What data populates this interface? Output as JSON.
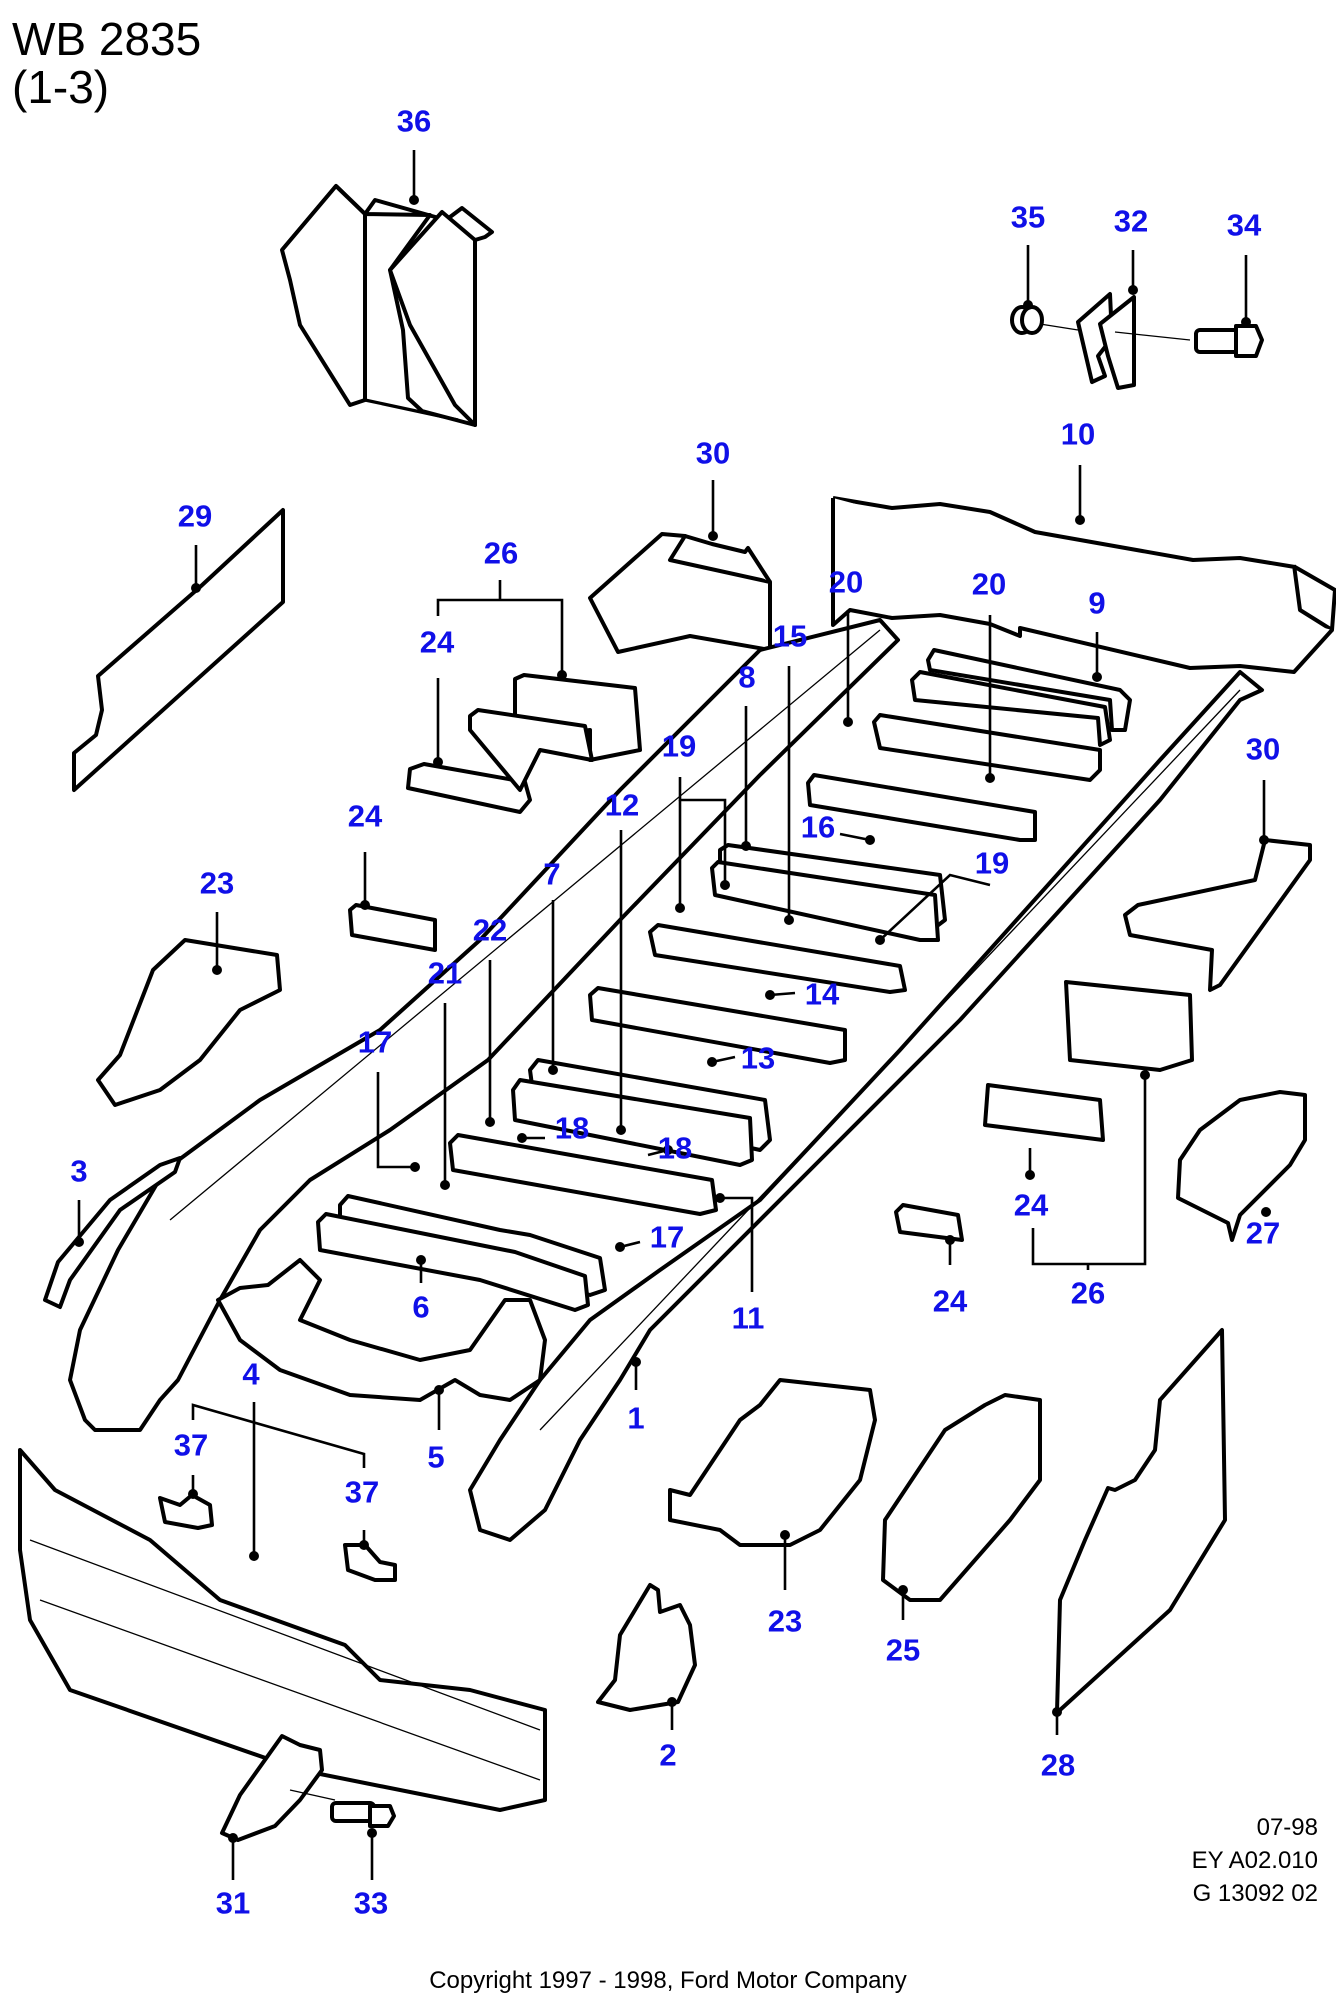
{
  "header": {
    "title": "WB 2835",
    "subtitle": "(1-3)"
  },
  "meta": {
    "date": "07-98",
    "code": "EY A02.010",
    "graphic_id": "G 13092 02"
  },
  "copyright": "Copyright 1997 - 1998, Ford Motor Company",
  "label_color": "#1010e8",
  "callouts": [
    {
      "id": "c36",
      "part": "36"
    },
    {
      "id": "c35",
      "part": "35"
    },
    {
      "id": "c32",
      "part": "32"
    },
    {
      "id": "c34",
      "part": "34"
    },
    {
      "id": "c30a",
      "part": "30"
    },
    {
      "id": "c10",
      "part": "10"
    },
    {
      "id": "c29",
      "part": "29"
    },
    {
      "id": "c26a",
      "part": "26"
    },
    {
      "id": "c24a",
      "part": "24"
    },
    {
      "id": "c20a",
      "part": "20"
    },
    {
      "id": "c20b",
      "part": "20"
    },
    {
      "id": "c9",
      "part": "9"
    },
    {
      "id": "c15",
      "part": "15"
    },
    {
      "id": "c8",
      "part": "8"
    },
    {
      "id": "c19a",
      "part": "19"
    },
    {
      "id": "c12",
      "part": "12"
    },
    {
      "id": "c16",
      "part": "16"
    },
    {
      "id": "c30b",
      "part": "30"
    },
    {
      "id": "c24b",
      "part": "24"
    },
    {
      "id": "c23a",
      "part": "23"
    },
    {
      "id": "c7",
      "part": "7"
    },
    {
      "id": "c19b",
      "part": "19"
    },
    {
      "id": "c22",
      "part": "22"
    },
    {
      "id": "c14",
      "part": "14"
    },
    {
      "id": "c21",
      "part": "21"
    },
    {
      "id": "c13",
      "part": "13"
    },
    {
      "id": "c17a",
      "part": "17"
    },
    {
      "id": "c18a",
      "part": "18"
    },
    {
      "id": "c18b",
      "part": "18"
    },
    {
      "id": "c3",
      "part": "3"
    },
    {
      "id": "c17b",
      "part": "17"
    },
    {
      "id": "c24c",
      "part": "24"
    },
    {
      "id": "c6",
      "part": "6"
    },
    {
      "id": "c11",
      "part": "11"
    },
    {
      "id": "c24d",
      "part": "24"
    },
    {
      "id": "c26b",
      "part": "26"
    },
    {
      "id": "c27",
      "part": "27"
    },
    {
      "id": "c4",
      "part": "4"
    },
    {
      "id": "c1",
      "part": "1"
    },
    {
      "id": "c37a",
      "part": "37"
    },
    {
      "id": "c37b",
      "part": "37"
    },
    {
      "id": "c5",
      "part": "5"
    },
    {
      "id": "c23b",
      "part": "23"
    },
    {
      "id": "c25",
      "part": "25"
    },
    {
      "id": "c28",
      "part": "28"
    },
    {
      "id": "c2",
      "part": "2"
    },
    {
      "id": "c31",
      "part": "31"
    },
    {
      "id": "c33",
      "part": "33"
    }
  ]
}
